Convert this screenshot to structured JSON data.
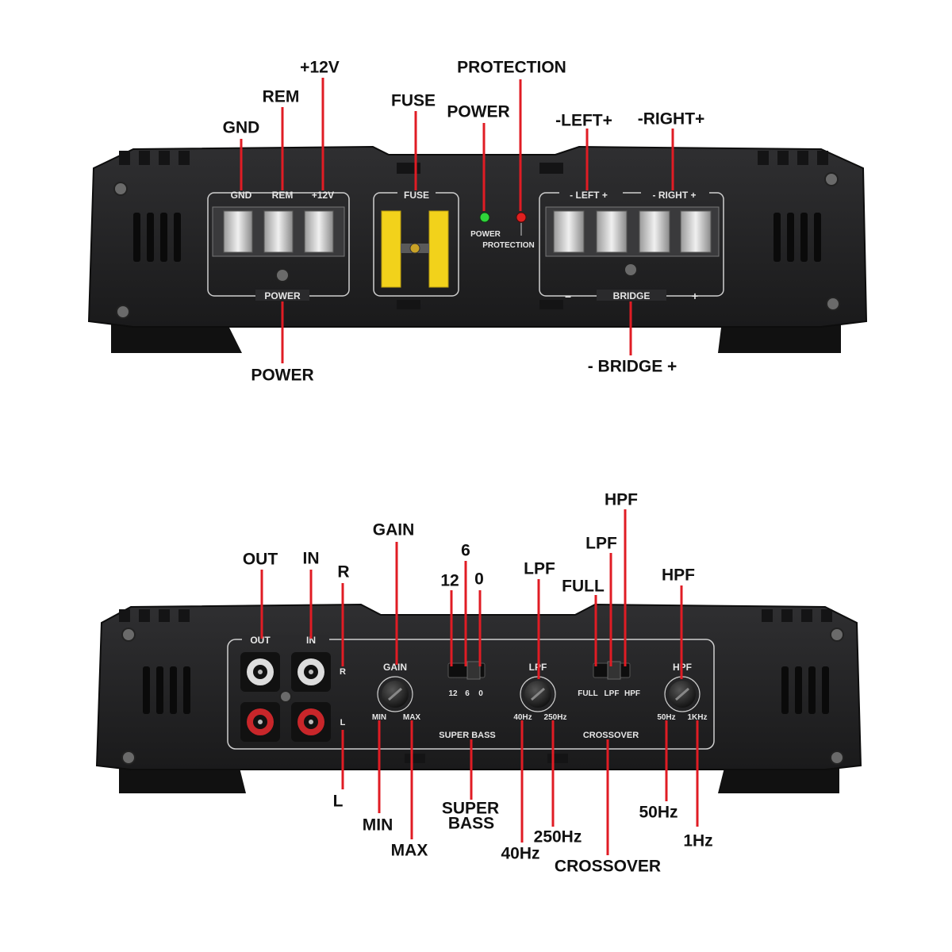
{
  "top_panel": {
    "silkscreen": {
      "gnd": "GND",
      "rem": "REM",
      "plus12v": "+12V",
      "power": "POWER",
      "fuse": "FUSE",
      "led_power": "POWER",
      "led_protection": "PROTECTION",
      "left": "- LEFT +",
      "right": "- RIGHT +",
      "bridge": "BRIDGE",
      "bridge_minus": "–",
      "bridge_plus": "+"
    },
    "callouts": {
      "gnd": "GND",
      "rem": "REM",
      "plus12v": "+12V",
      "fuse": "FUSE",
      "power_led": "POWER",
      "protection": "PROTECTION",
      "left": "-LEFT+",
      "right": "-RIGHT+",
      "power": "POWER",
      "bridge": "- BRIDGE +"
    }
  },
  "bottom_panel": {
    "silkscreen": {
      "out": "OUT",
      "in": "IN",
      "r": "R",
      "l": "L",
      "gain": "GAIN",
      "min": "MIN",
      "max": "MAX",
      "bass_12": "12",
      "bass_6": "6",
      "bass_0": "0",
      "super_bass": "SUPER BASS",
      "lpf": "LPF",
      "lpf_40": "40Hz",
      "lpf_250": "250Hz",
      "full": "FULL",
      "sw_lpf": "LPF",
      "sw_hpf": "HPF",
      "crossover": "CROSSOVER",
      "hpf": "HPF",
      "hpf_50": "50Hz",
      "hpf_1k": "1KHz"
    },
    "callouts": {
      "out": "OUT",
      "in": "IN",
      "r": "R",
      "l": "L",
      "gain": "GAIN",
      "min": "MIN",
      "max": "MAX",
      "bass_12": "12",
      "bass_6": "6",
      "bass_0": "0",
      "super": "SUPER",
      "bass": "BASS",
      "lpf": "LPF",
      "lpf_40": "40Hz",
      "lpf_250": "250Hz",
      "full": "FULL",
      "sw_lpf": "LPF",
      "sw_hpf": "HPF",
      "crossover": "CROSSOVER",
      "hpf": "HPF",
      "hpf_50": "50Hz",
      "hpf_1": "1Hz"
    }
  },
  "colors": {
    "leader": "#e01c24",
    "body": "#1d1d1f",
    "panel": "#2a2a2c",
    "silkscreen": "#e6e6e6",
    "fuse": "#f2d21b",
    "led_green": "#2fd43a",
    "led_red": "#e0201f"
  }
}
